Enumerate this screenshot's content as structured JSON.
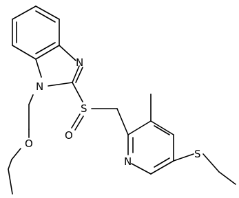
{
  "colors": {
    "bond": "#000000",
    "label": "#000000",
    "background": "#ffffff"
  },
  "atoms": {
    "benzimidazole_n1": "N",
    "benzimidazole_n3": "N",
    "sulfinyl_s": "S",
    "sulfinyl_o": "O",
    "ether_o": "O",
    "pyridine_n": "N",
    "thioether_s": "S"
  }
}
